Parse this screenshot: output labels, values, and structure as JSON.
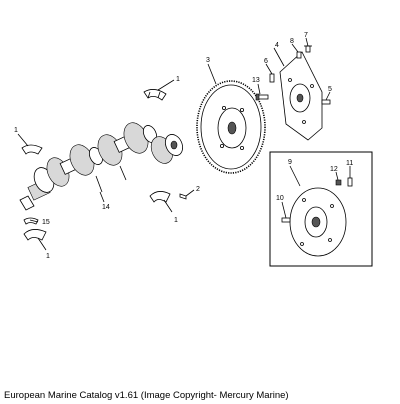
{
  "callouts": {
    "c1a": "1",
    "c1b": "1",
    "c1c": "1",
    "c1d": "1",
    "c2": "2",
    "c3": "3",
    "c4": "4",
    "c5": "5",
    "c6": "6",
    "c7": "7",
    "c8": "8",
    "c9": "9",
    "c10": "10",
    "c11": "11",
    "c12": "12",
    "c13": "13",
    "c14": "14",
    "c15": "15"
  },
  "caption": "European Marine Catalog v1.61 (Image Copyright- Mercury Marine)"
}
